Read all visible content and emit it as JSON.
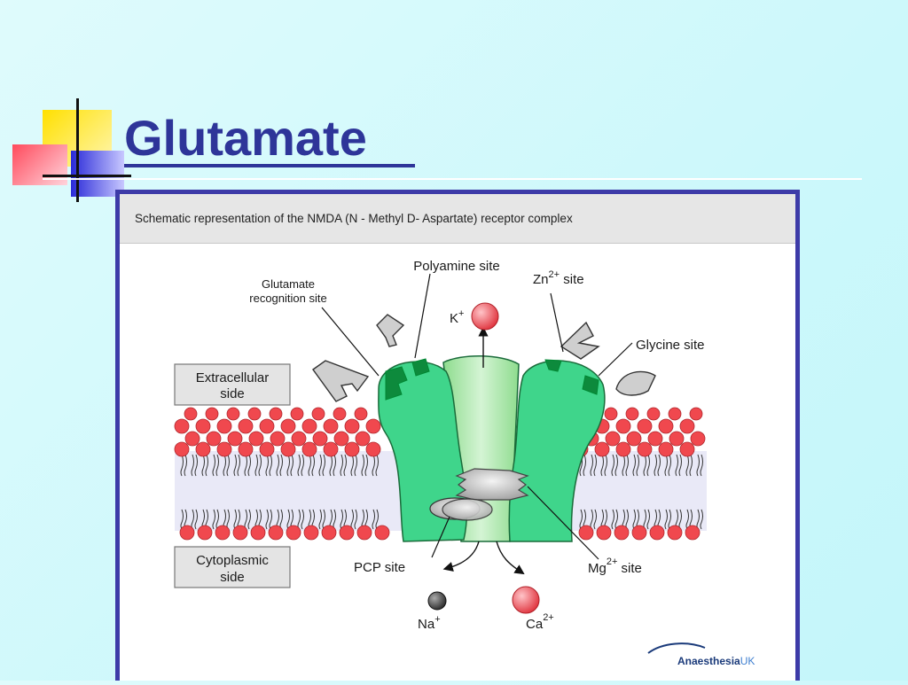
{
  "slide": {
    "title": "Glutamate"
  },
  "figure": {
    "caption": "Schematic representation of the NMDA (N - Methyl D- Aspartate) receptor complex",
    "labels": {
      "polyamine_site": "Polyamine site",
      "zn_site_prefix": "Zn",
      "zn_site_sup": "2+",
      "zn_site_suffix": " site",
      "glutamate_site_line1": "Glutamate",
      "glutamate_site_line2": "recognition site",
      "k_ion": "K",
      "k_ion_sup": "+",
      "glycine_site": "Glycine site",
      "extracellular_line1": "Extracellular",
      "extracellular_line2": "side",
      "cytoplasmic_line1": "Cytoplasmic",
      "cytoplasmic_line2": "side",
      "pcp_site": "PCP site",
      "mg_site_prefix": "Mg",
      "mg_site_sup": "2+",
      "mg_site_suffix": " site",
      "na_ion": "Na",
      "na_ion_sup": "+",
      "ca_ion": "Ca",
      "ca_ion_sup": "2+",
      "logo_text": "Anaesthesia",
      "logo_suffix": "UK"
    }
  },
  "colors": {
    "title": "#2e3599",
    "frame": "#3d3ba8",
    "receptor": "#3fd58b",
    "receptor_dark": "#0d8a3c",
    "lipid_head": "#f0484e",
    "membrane_band": "#e8e8f8",
    "ion_red": "#e83a44",
    "ion_dark": "#3a3a3a"
  }
}
